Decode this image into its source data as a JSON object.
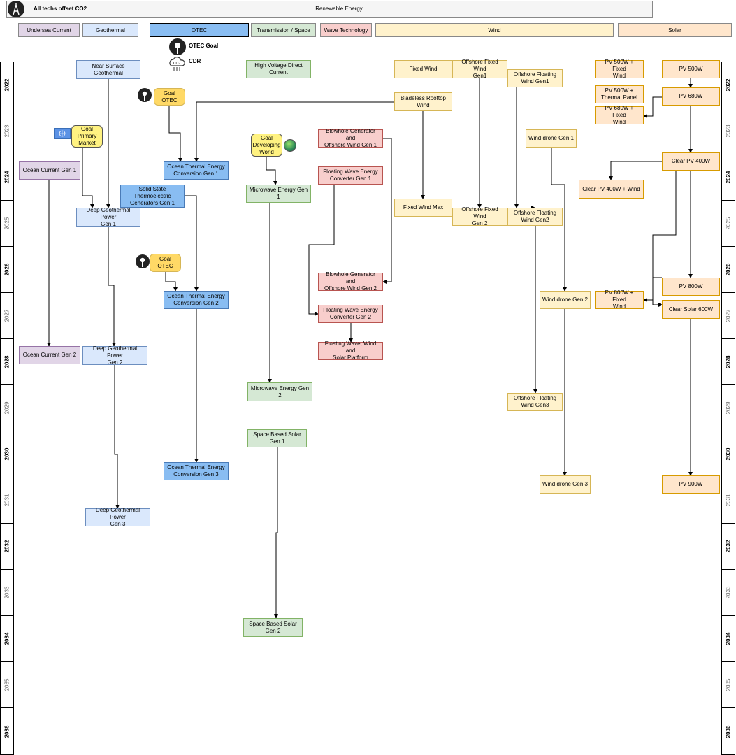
{
  "top": {
    "left_title": "All techs offset CO2",
    "center_title": "Renewable Energy"
  },
  "lanes": [
    "Undersea Current",
    "Geothermal",
    "OTEC",
    "Transmission / Space",
    "Wave Technology",
    "Wind",
    "Solar"
  ],
  "legend": {
    "otec_goal": "OTEC Goal",
    "cdr": "CDR"
  },
  "years": [
    "2022",
    "2023",
    "2024",
    "2025",
    "2026",
    "2027",
    "2028",
    "2029",
    "2030",
    "2031",
    "2032",
    "2033",
    "2034",
    "2035",
    "2036"
  ],
  "nodes": {
    "ocean_current_gen1": "Ocean Current Gen 1",
    "ocean_current_gen2": "Ocean Current Gen 2",
    "near_surface_geo": "Near Surface Geothermal",
    "deep_geo_gen1": "Deep Geothermal Power\nGen 1",
    "deep_geo_gen2": "Deep Geothermal Power\nGen 2",
    "deep_geo_gen3": "Deep Geothermal Power\nGen 3",
    "goal_primary_market": "Goal\nPrimary\nMarket",
    "goal_otec_1": "Goal OTEC",
    "goal_otec_2": "Goal OTEC",
    "otec_gen1": "Ocean Thermal Energy\nConversion Gen 1",
    "otec_gen2": "Ocean Thermal Energy\nConversion Gen 2",
    "otec_gen3": "Ocean Thermal Energy\nConversion Gen 3",
    "solid_state": "Solid State\nThermoelectric\nGenerators Gen 1",
    "hvdc": "High Voltage Direct\nCurrent",
    "goal_developing": "Goal\nDeveloping\nWorld",
    "microwave_gen1": "Microwave Energy Gen 1",
    "microwave_gen2": "Microwave Energy Gen 2",
    "space_solar_gen1": "Space Based Solar\nGen 1",
    "space_solar_gen2": "Space Based Solar\nGen 2",
    "blowhole_gen1": "Blowhole Generator and\nOffshore Wind Gen 1",
    "blowhole_gen2": "Blowhole Generator and\nOffshore Wind Gen 2",
    "floating_wave_gen1": "Floating Wave Energy\nConverter Gen 1",
    "floating_wave_gen2": "Floating Wave Energy\nConverter Gen 2",
    "floating_platform": "Floating Wave, Wind and\nSolar Platform",
    "fixed_wind": "Fixed Wind",
    "offshore_fixed_gen1": "Offshore Fixed Wind\nGen1",
    "offshore_floating_gen1": "Offshore Floating\nWind Gen1",
    "bladeless_rooftop": "Bladeless Rooftop\nWind",
    "fixed_wind_max": "Fixed Wind Max",
    "offshore_fixed_gen2": "Offshore Fixed Wind\nGen 2",
    "offshore_floating_gen2": "Offshore Floating\nWind Gen2",
    "offshore_floating_gen3": "Offshore Floating\nWind Gen3",
    "wind_drone_gen1": "Wind drone Gen 1",
    "wind_drone_gen2": "Wind drone Gen 2",
    "wind_drone_gen3": "Wind drone Gen 3",
    "pv500_fixed": "PV 500W + Fixed\nWind",
    "pv500_thermal": "PV 500W +\nThermal Panel",
    "pv680_fixed": "PV 680W + Fixed\nWind",
    "pv500": "PV 500W",
    "pv680": "PV 680W",
    "clear_pv400": "Clear PV 400W",
    "clear_pv400_wind": "Clear PV 400W + Wind",
    "pv800": "PV 800W",
    "pv800_fixed": "PV 800W + Fixed\nWind",
    "clear_solar600": "Clear Solar 600W",
    "pv900": "PV 900W"
  },
  "colors": {
    "undersea": "#e1d5e7",
    "geothermal": "#dae8fc",
    "otec": "#89bdf2",
    "transmission": "#d5e8d4",
    "wave": "#f8cecc",
    "wind": "#fff2cc",
    "solar": "#ffe6cc",
    "goal": "#fff281"
  }
}
